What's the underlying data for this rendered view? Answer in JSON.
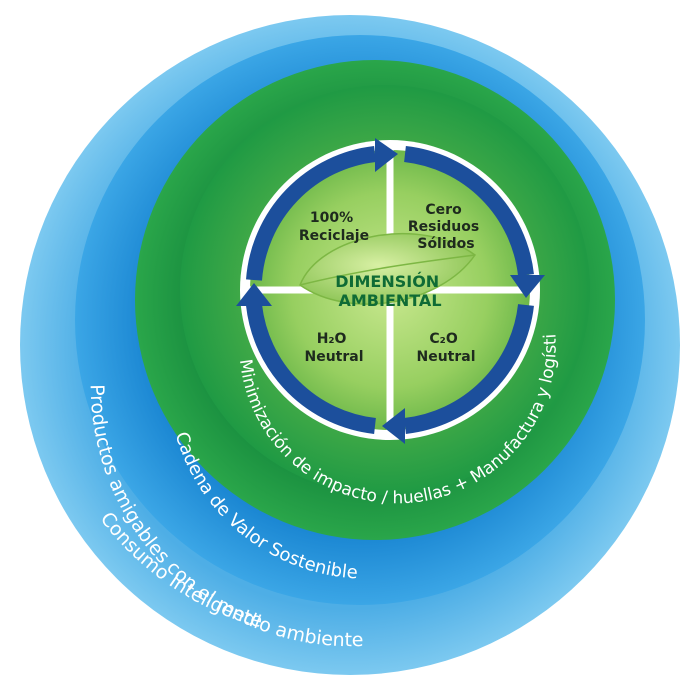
{
  "diagram": {
    "rings": {
      "outer": "Consumo Inteligente",
      "second": "Productos amigables con el medio ambiente",
      "third": "Cadena de Valor Sostenible",
      "fourth_bottom": "Cadena de Valor Sostenible",
      "fourth_arc": "Minimización de impacto / huellas + Manufactura y logística eco-eficiente"
    },
    "center": {
      "line1": "DIMENSIÓN",
      "line2": "AMBIENTAL"
    },
    "quadrants": {
      "top_left": [
        "100%",
        "Reciclaje"
      ],
      "top_right": [
        "Cero",
        "Residuos",
        "Sólidos"
      ],
      "bottom_left": [
        "H₂O",
        "Neutral"
      ],
      "bottom_right": [
        "C₂O",
        "Neutral"
      ]
    },
    "colors": {
      "outer_blue": "#5fb8e8",
      "mid_blue": "#1f8fd6",
      "dark_blue": "#1a5fa8",
      "green_dark": "#138a3a",
      "green_light": "#9fd36a",
      "center_dark": "#0f6b35",
      "arrow_blue": "#1c4f9c"
    }
  }
}
